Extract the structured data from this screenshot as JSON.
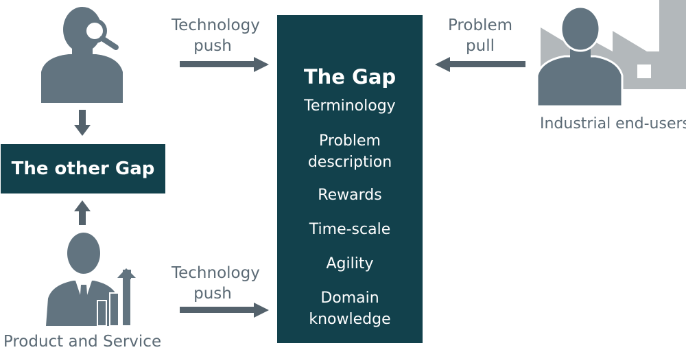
{
  "colors": {
    "dark_teal": "#12414c",
    "icon_slate": "#627480",
    "factory_gray": "#b3b8bb",
    "text_gray": "#5b6a75",
    "arrow_gray": "#54626c"
  },
  "icons": {
    "researcher": "person-magnifier-icon",
    "end_users": "person-factory-icon",
    "business": "businessman-growth-chart-icon"
  },
  "labels": {
    "tech_push_top": [
      "Technology",
      "push"
    ],
    "problem_pull": [
      "Problem",
      "pull"
    ],
    "tech_push_bottom": [
      "Technology",
      "push"
    ],
    "industrial": "Industrial end-users",
    "product_service": "Product and Service"
  },
  "gap": {
    "title": "The Gap",
    "items": [
      [
        "Terminology"
      ],
      [
        "Problem",
        "description"
      ],
      [
        "Rewards"
      ],
      [
        "Time-scale"
      ],
      [
        "Agility"
      ],
      [
        "Domain",
        "knowledge"
      ]
    ]
  },
  "other_gap": {
    "title": "The other Gap"
  }
}
